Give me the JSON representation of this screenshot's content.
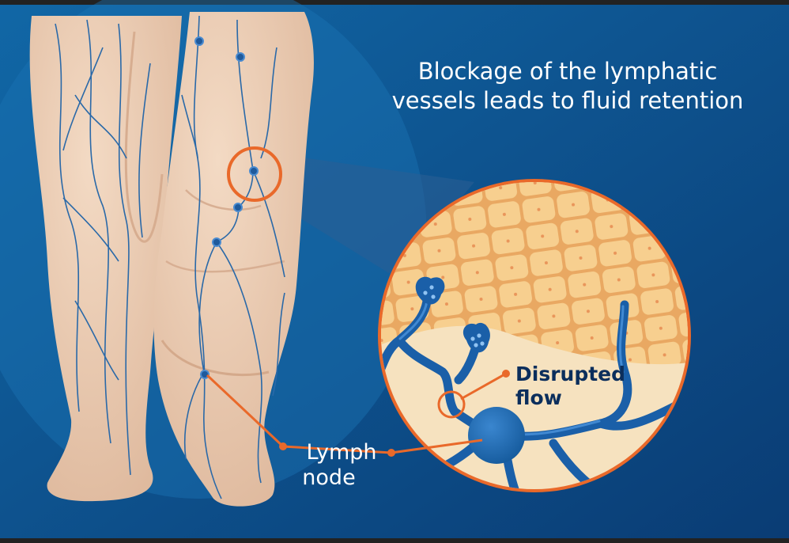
{
  "title": {
    "line1": "Blockage of the lymphatic",
    "line2": "vessels leads to fluid retention"
  },
  "labels": {
    "disrupted_line1": "Disrupted",
    "disrupted_line2": "flow",
    "lymph_line1": "Lymph",
    "lymph_line2": "node"
  },
  "colors": {
    "background_top": "#0e5a96",
    "background_bottom": "#0a3f78",
    "skin": "#eed0b6",
    "skin_shadow": "#d9ae92",
    "vessel": "#1f5f9e",
    "accent_orange": "#e9692a",
    "text_light": "#ffffff",
    "text_dark": "#0b2e5c",
    "fat_cell": "#f6cf8e",
    "fluid": "#f6e2bf"
  }
}
